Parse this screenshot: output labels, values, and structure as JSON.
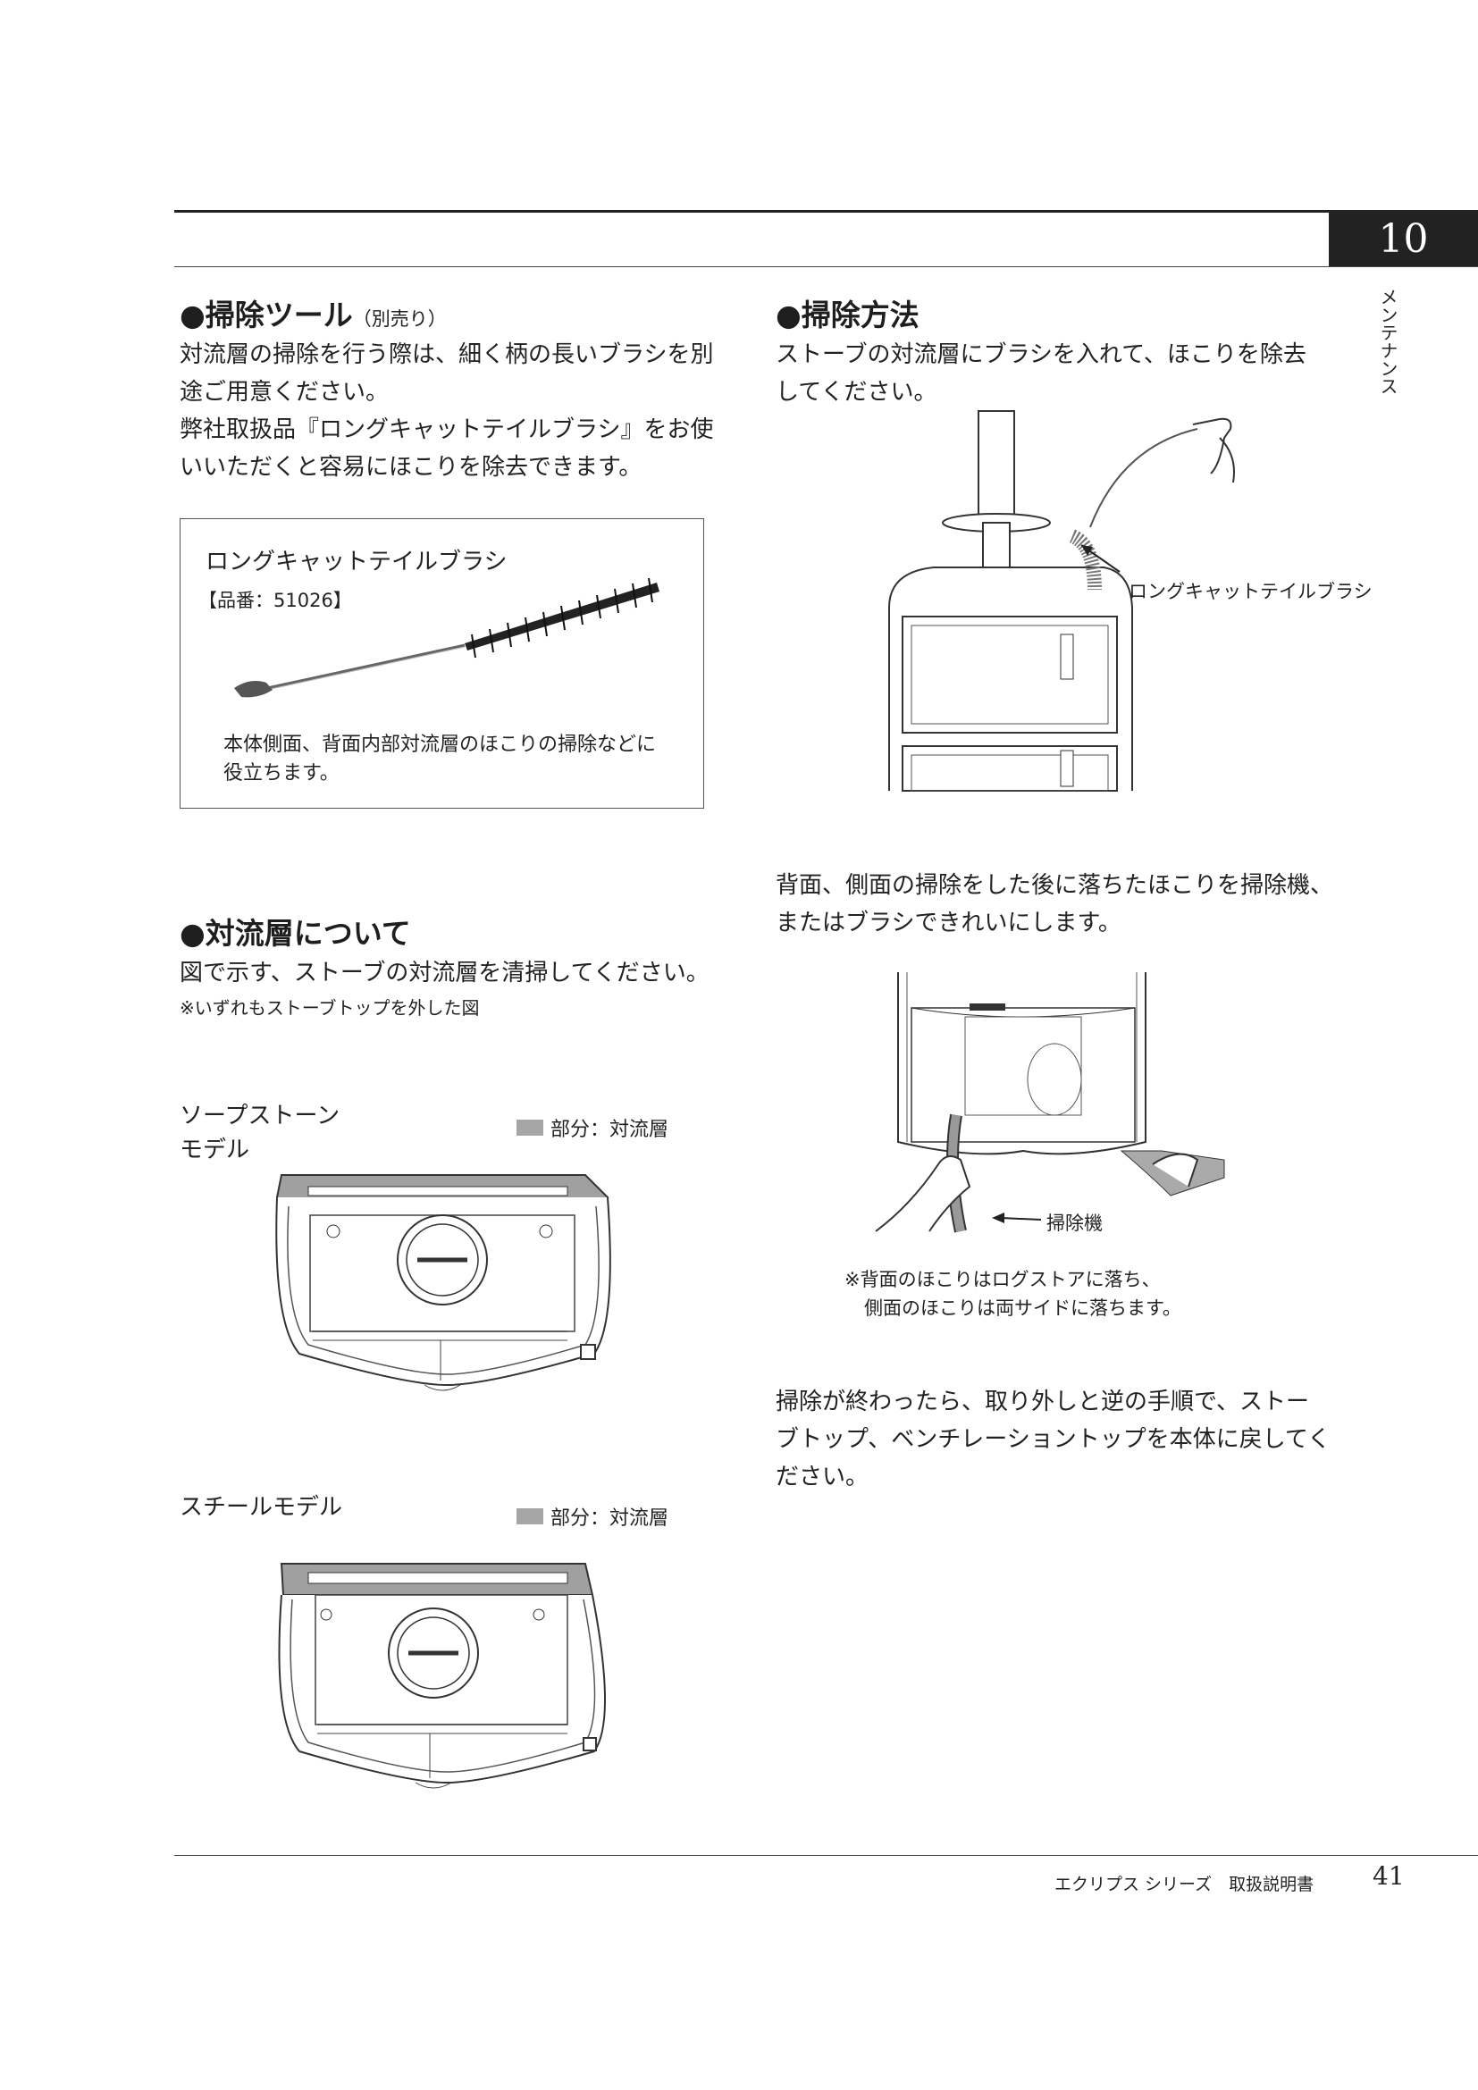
{
  "header": {
    "chapter_number": "10",
    "side_label": "メンテナンス"
  },
  "tools": {
    "heading": "●掃除ツール",
    "heading_note": "（別売り）",
    "para": [
      "対流層の掃除を行う際は、細く柄の長いブラシを別",
      "途ご用意ください。",
      "弊社取扱品『ロングキャットテイルブラシ』をお使",
      "いいただくと容易にほこりを除去できます。"
    ],
    "box": {
      "title": "ロングキャットテイルブラシ",
      "part_no": "【品番：51026】",
      "desc": [
        "本体側面、背面内部対流層のほこりの掃除などに",
        "役立ちます。"
      ]
    }
  },
  "convection": {
    "heading": "●対流層について",
    "para": "図で示す、ストーブの対流層を清掃してください。",
    "note": "※いずれもストーブトップを外した図",
    "soapstone_label": [
      "ソープストーン",
      "モデル"
    ],
    "steel_label": "スチールモデル",
    "legend": "部分：対流層"
  },
  "method": {
    "heading": "●掃除方法",
    "para": [
      "ストーブの対流層にブラシを入れて、ほこりを除去",
      "してください。"
    ],
    "brush_callout": "ロングキャットテイルブラシ",
    "para2": [
      "背面、側面の掃除をした後に落ちたほこりを掃除機、",
      "またはブラシできれいにします。"
    ],
    "vacuum_callout": "掃除機",
    "note": [
      "※背面のほこりはログストアに落ち、",
      "側面のほこりは両サイドに落ちます。"
    ],
    "para3": [
      "掃除が終わったら、取り外しと逆の手順で、ストー",
      "ブトップ、ベンチレーショントップを本体に戻してく",
      "ださい。"
    ]
  },
  "footer": {
    "text": "エクリプス シリーズ　取扱説明書",
    "page": "41"
  }
}
